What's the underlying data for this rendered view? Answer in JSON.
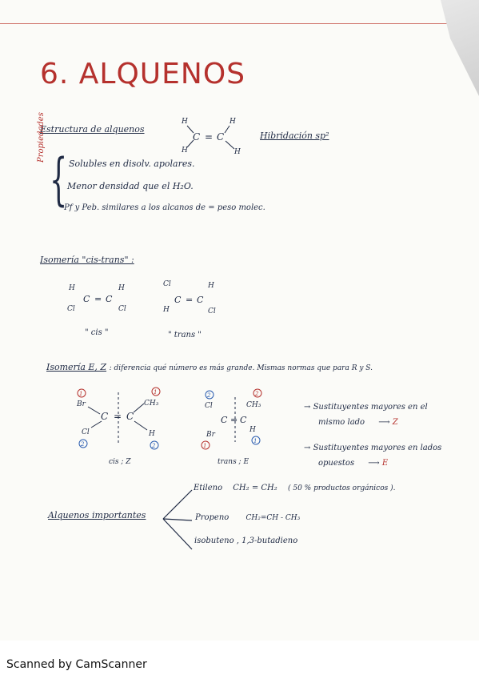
{
  "title": "6. ALQUENOS",
  "estructura": {
    "heading": "Estructura de alquenos",
    "hibridacion": "Hibridación sp²",
    "mol": {
      "h1": "H",
      "h2": "H",
      "h3": "H",
      "h4": "H",
      "c1": "C",
      "eq": "=",
      "c2": "C"
    }
  },
  "propiedades": {
    "side_label": "Propiedades",
    "items": [
      "Solubles en disolv. apolares.",
      "Menor densidad que el H₂O.",
      "Pf y Peb. similares a los alcanos de = peso molec."
    ]
  },
  "cistrans": {
    "heading": "Isomería \"cis-trans\" :",
    "cis": {
      "h1": "H",
      "h2": "H",
      "cl1": "Cl",
      "cl2": "Cl",
      "c1": "C",
      "eq": "=",
      "c2": "C",
      "label": "\" cis \""
    },
    "trans": {
      "cl1": "Cl",
      "h1": "H",
      "h2": "H",
      "cl2": "Cl",
      "c1": "C",
      "eq": "=",
      "c2": "C",
      "label": "\" trans \""
    }
  },
  "ez": {
    "heading": "Isomería E, Z",
    "description": ": diferencia qué número es más grande. Mismas normas que para R y S.",
    "z_mol": {
      "n1": "1",
      "n2": "1",
      "n3": "2",
      "n4": "2",
      "br": "Br",
      "ch3": "CH₃",
      "cl": "Cl",
      "h": "H",
      "c1": "C",
      "eq": "=",
      "c2": "C",
      "label": "cis ; Z"
    },
    "e_mol": {
      "n1": "2",
      "n2": "2",
      "n3": "1",
      "n4": "1",
      "cl": "Cl",
      "ch3": "CH₃",
      "br": "Br",
      "h": "H",
      "c1": "C",
      "eq": "=",
      "c2": "C",
      "label": "trans ; E"
    },
    "rule_z_1": "Sustituyentes mayores en el",
    "rule_z_2": "mismo lado",
    "rule_z_res": "Z",
    "rule_e_1": "Sustituyentes mayores en lados",
    "rule_e_2": "opuestos",
    "rule_e_res": "E",
    "arrow1": "→",
    "arrow2": "→",
    "long_arrow1": "⟶",
    "long_arrow2": "⟶"
  },
  "importantes": {
    "heading": "Alquenos importantes",
    "items": [
      {
        "name": "Etileno",
        "formula": "CH₂ = CH₂",
        "note": "( 50 % productos orgánicos )."
      },
      {
        "name": "Propeno",
        "formula": "CH₂=CH - CH₃",
        "note": ""
      },
      {
        "name": "isobuteno , 1,3-butadieno",
        "formula": "",
        "note": ""
      }
    ]
  },
  "footer": "Scanned by CamScanner"
}
